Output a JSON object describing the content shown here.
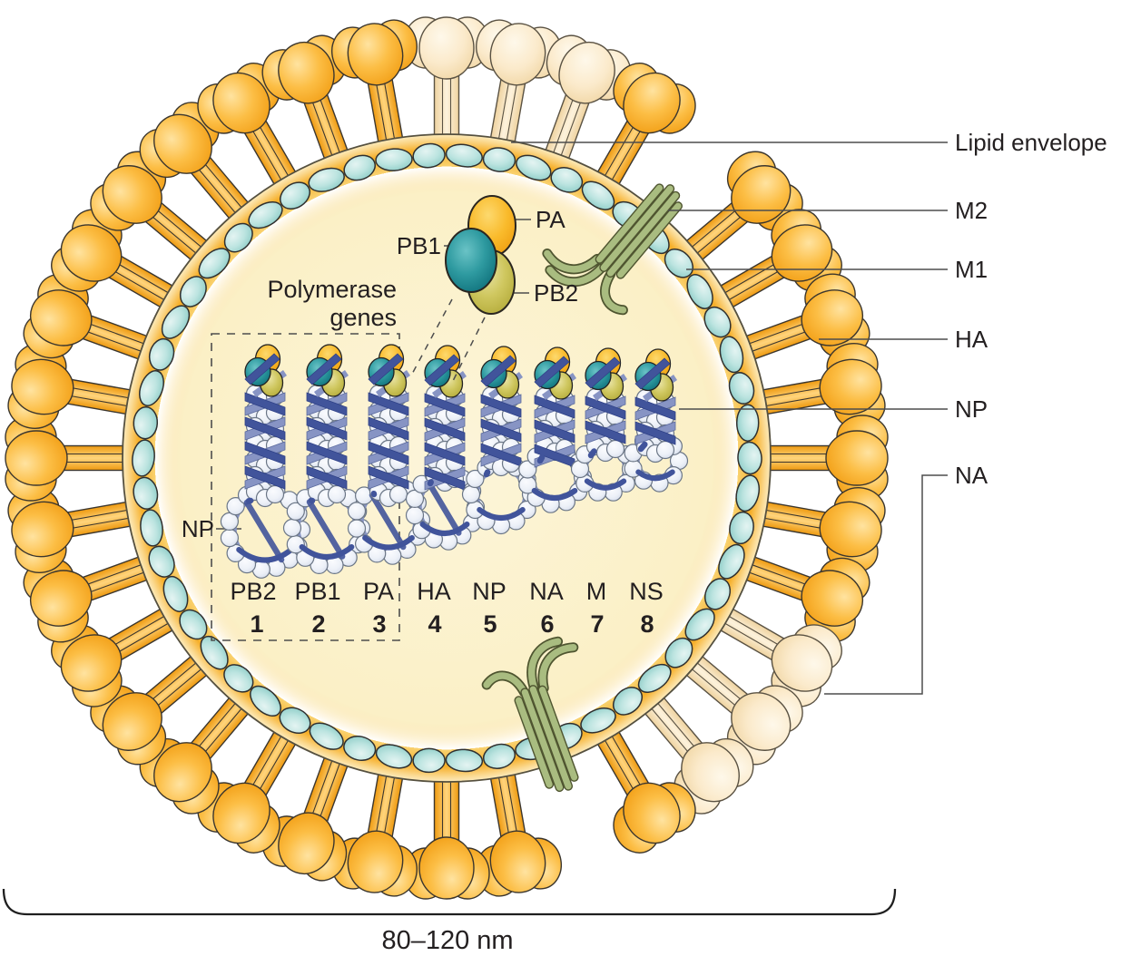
{
  "figure": {
    "right_labels": [
      {
        "id": "lipid-envelope",
        "label": "Lipid envelope"
      },
      {
        "id": "m2",
        "label": "M2"
      },
      {
        "id": "m1",
        "label": "M1"
      },
      {
        "id": "ha",
        "label": "HA"
      },
      {
        "id": "np",
        "label": "NP"
      },
      {
        "id": "na",
        "label": "NA"
      }
    ],
    "polymerase_complex": {
      "pa": "PA",
      "pb1": "PB1",
      "pb2": "PB2"
    },
    "polymerase_genes_title": {
      "line1": "Polymerase",
      "line2": "genes"
    },
    "np_inner_label": "NP",
    "segments": [
      {
        "label": "PB2",
        "number": "1"
      },
      {
        "label": "PB1",
        "number": "2"
      },
      {
        "label": "PA",
        "number": "3"
      },
      {
        "label": "HA",
        "number": "4"
      },
      {
        "label": "NP",
        "number": "5"
      },
      {
        "label": "NA",
        "number": "6"
      },
      {
        "label": "M",
        "number": "7"
      },
      {
        "label": "NS",
        "number": "8"
      }
    ],
    "size_label": "80–120 nm"
  },
  "colors": {
    "spike_orange": "#F9A91F",
    "spike_pale": "#FAE8C6",
    "envelope_orange": "#F5A81F",
    "interior_cream": "#FCF5DA",
    "membrane_bead_teal": "#AEDDD8",
    "m2_green": "#A9BC80",
    "m2_outline": "#4F5530",
    "pa_yellow": "#F7B019",
    "pb1_teal": "#178089",
    "pb2_olive": "#C4BC4C",
    "rna_blue": "#41549B",
    "rna_light": "#8794C4",
    "np_bead": "#EBEFF6",
    "np_bead_outline": "#6B7686",
    "outline_dark": "#3B362E",
    "leader_line": "#4D4D4D",
    "text": "#231F20"
  }
}
